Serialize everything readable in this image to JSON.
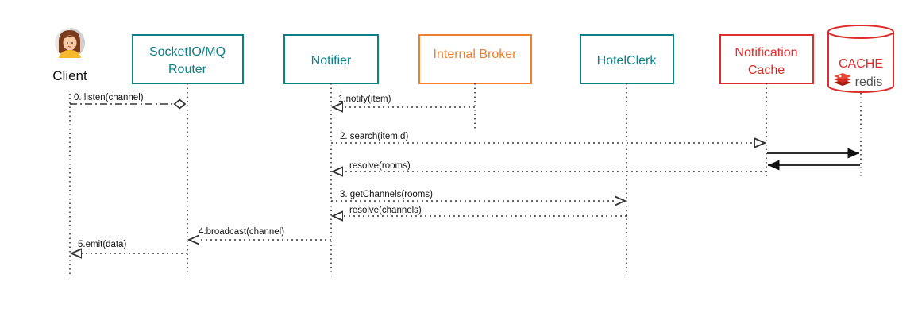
{
  "colors": {
    "teal": "#0e8088",
    "orange": "#f07e2c",
    "red": "#e02b2b",
    "line": "#333333"
  },
  "client": {
    "label": "Client",
    "icon": "person-avatar-icon"
  },
  "participants": {
    "router": {
      "label1": "SocketIO/MQ",
      "label2": "Router"
    },
    "notifier": {
      "label1": "Notifier"
    },
    "broker": {
      "label1": "Internal Broker"
    },
    "clerk": {
      "label1": "HotelClerk"
    },
    "cache": {
      "label1": "Notification",
      "label2": "Cache"
    },
    "redis": {
      "label1": "CACHE",
      "brand": "redis",
      "icon": "redis-logo-icon"
    }
  },
  "messages": {
    "m0": "0. listen(channel)",
    "m1": "1.notify(item)",
    "m2": "2. search(itemId)",
    "m2r": "resolve(rooms)",
    "m3": "3. getChannels(rooms)",
    "m3r": "resolve(channels)",
    "m4": "4.broadcast(channel)",
    "m5": "5.emit(data)"
  }
}
